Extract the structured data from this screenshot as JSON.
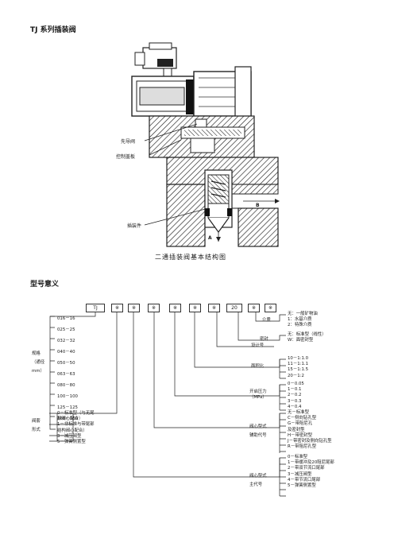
{
  "title": "TJ 系列插装阀",
  "diagram": {
    "labels": {
      "pilot": "先导阀",
      "control": "控制盖板",
      "cartridge": "插装件",
      "port_a": "A",
      "port_b": "B"
    },
    "caption": "二通插装阀基本结构图"
  },
  "model": {
    "heading": "型号意义",
    "code_boxes": [
      "TJ",
      "※",
      "※",
      "※",
      "※",
      "※",
      "※",
      "20",
      "※",
      "※"
    ],
    "sizes": [
      "016－16",
      "025－25",
      "032－32",
      "040－40",
      "050－50",
      "063－63",
      "080－80",
      "100－100",
      "125－125",
      "160－160"
    ],
    "size_label": [
      "规格",
      "（通径",
      "mm）"
    ],
    "cover_label": [
      "阀套",
      "形式"
    ],
    "cover_types": [
      "0－标准型（与无尾",
      "部阀心配合）",
      "1－非标准与带尾部",
      "结构阀心配合）",
      "3－减压阀型",
      "5－弹簧侧置型"
    ],
    "medium_label": "介质",
    "medium_types": [
      "无：一般矿物油",
      "1：水基介质",
      "2：特殊介质"
    ],
    "seal_label": "密封",
    "seal_types": [
      "无：标准型（线性）",
      "W：面密封型"
    ],
    "design_label": "设计号",
    "area_label": "面积比",
    "area_types": [
      "10－1:1.0",
      "11－1:1.1",
      "15－1:1.5",
      "20－1:2"
    ],
    "pressure_label": [
      "开启压力",
      "（MPa）"
    ],
    "pressure_types": [
      "0－0.05",
      "1－0.1",
      "2－0.2",
      "3－0.3",
      "4－0.4"
    ],
    "aux_label": [
      "阀心型式",
      "辅助代号"
    ],
    "aux_types": [
      "无－标准型",
      "C－侧向钻孔型",
      "G－带阻尼孔",
      "及密封型",
      "H－带密封型",
      "J－带密封及侧向钻孔型",
      "R－带阻尼孔型"
    ],
    "main_label": [
      "阀心型式",
      "主代号"
    ],
    "main_types": [
      "0－标准型",
      "1－带缓冲及20阻尼尾部",
      "2－带双节流口尾部",
      "3－减压阀型",
      "4－带节流口尾部",
      "5－弹簧侧置型"
    ]
  }
}
